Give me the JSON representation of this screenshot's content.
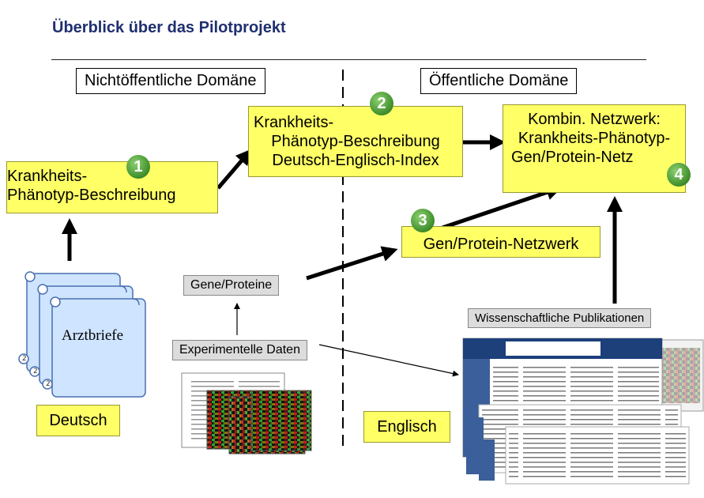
{
  "title": "Überblick über das Pilotprojekt",
  "domains": {
    "private": "Nichtöffentliche Domäne",
    "public": "Öffentliche Domäne"
  },
  "steps": {
    "step1": {
      "number": "1",
      "line1": "Krankheits-",
      "line2": "Phänotyp-Beschreibung"
    },
    "step2": {
      "number": "2",
      "line1": "Krankheits-",
      "line2": "Phänotyp-Beschreibung",
      "line3": "Deutsch-Englisch-Index"
    },
    "step3": {
      "number": "3",
      "line1": "Gen/Protein-Netzwerk"
    },
    "step4": {
      "number": "4",
      "line1": "Kombin. Netzwerk:",
      "line2": "Krankheits-Phänotyp-",
      "line3": "Gen/Protein-Netz"
    }
  },
  "labels": {
    "gene_proteins": "Gene/Proteine",
    "publications": "Wissenschaftliche Publikationen",
    "experimental_data": "Experimentelle Daten",
    "doctor_letters": "Arztbriefe",
    "german": "Deutsch",
    "english": "Englisch"
  },
  "colors": {
    "yellow_box": "#ffff66",
    "title": "#1f2f6f",
    "badge_green": "#3d8d2a",
    "scroll_blue": "#cfe4ff"
  }
}
